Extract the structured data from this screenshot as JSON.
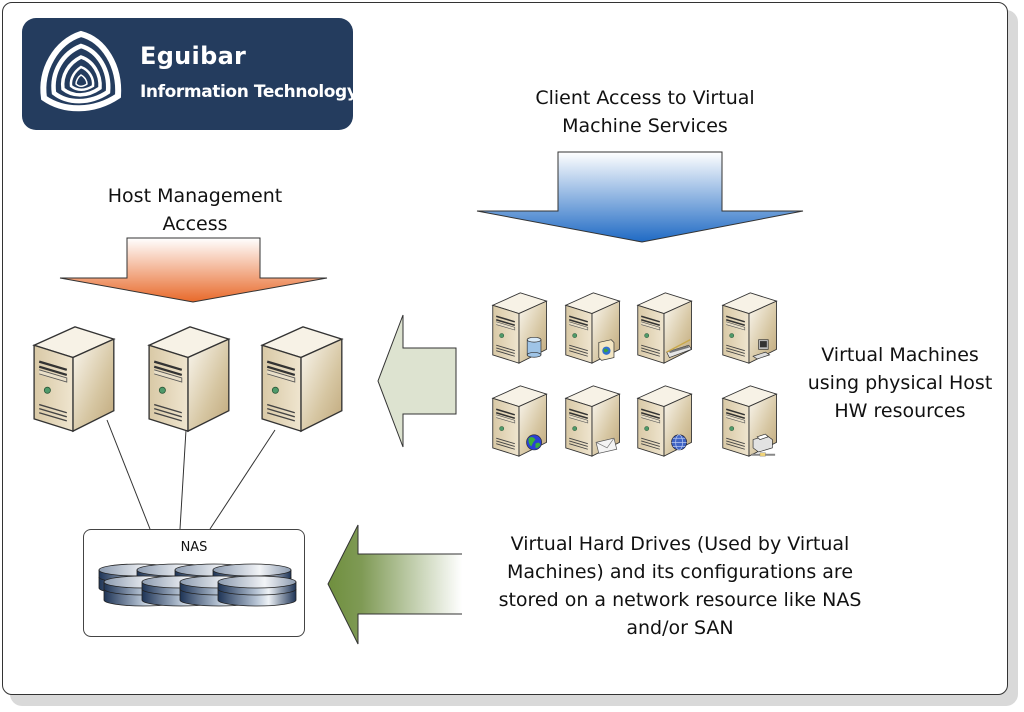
{
  "logo": {
    "title": "Eguibar",
    "subtitle": "Information Technology",
    "icon": "spiral-triangle-logo-icon",
    "background_color": "#243c5e"
  },
  "labels": {
    "client_access": "Client Access to Virtual Machine Services",
    "host_management": "Host Management Access",
    "virtual_machines": "Virtual Machines using physical Host HW resources",
    "virtual_hard_drives": "Virtual Hard Drives (Used by Virtual Machines) and its configurations are stored on a network resource like NAS and/or SAN",
    "nas": "NAS"
  },
  "label_lines": {
    "client_access": [
      "Client Access to Virtual",
      "Machine Services"
    ],
    "host_management": [
      "Host Management",
      "Access"
    ],
    "virtual_machines": [
      "Virtual Machines",
      "using physical Host",
      "HW resources"
    ],
    "virtual_hard_drives": [
      "Virtual Hard Drives (Used by Virtual",
      "Machines) and its configurations are",
      "stored on a network resource like NAS",
      "and/or SAN"
    ]
  },
  "arrows": {
    "client_access": {
      "direction": "down",
      "color_top": "#ffffff",
      "color_bottom": "#1f6ac4"
    },
    "host_management": {
      "direction": "down",
      "color_top": "#ffffff",
      "color_bottom": "#e8692a"
    },
    "vm_to_host": {
      "direction": "left",
      "color": "#dde3d0"
    },
    "storage_to_nas": {
      "direction": "left",
      "color_left": "#6f8f3e",
      "color_right": "#ffffff"
    }
  },
  "physical_hosts": [
    {
      "name": "host-1",
      "icon": "server-tower-icon"
    },
    {
      "name": "host-2",
      "icon": "server-tower-icon"
    },
    {
      "name": "host-3",
      "icon": "server-tower-icon"
    }
  ],
  "virtual_machines": [
    {
      "name": "database-server",
      "icon": "database-server-icon",
      "badge": "database"
    },
    {
      "name": "web-file-server",
      "icon": "web-document-server-icon",
      "badge": "web-document"
    },
    {
      "name": "print-scanner-server",
      "icon": "scanner-server-icon",
      "badge": "scanner"
    },
    {
      "name": "terminal-server",
      "icon": "terminal-server-icon",
      "badge": "computer"
    },
    {
      "name": "web-server",
      "icon": "web-server-icon",
      "badge": "globe-green"
    },
    {
      "name": "mail-server",
      "icon": "mail-server-icon",
      "badge": "envelope"
    },
    {
      "name": "directory-server",
      "icon": "directory-server-icon",
      "badge": "globe-blue"
    },
    {
      "name": "print-server",
      "icon": "print-server-icon",
      "badge": "printer"
    }
  ],
  "nas_disks": 8
}
